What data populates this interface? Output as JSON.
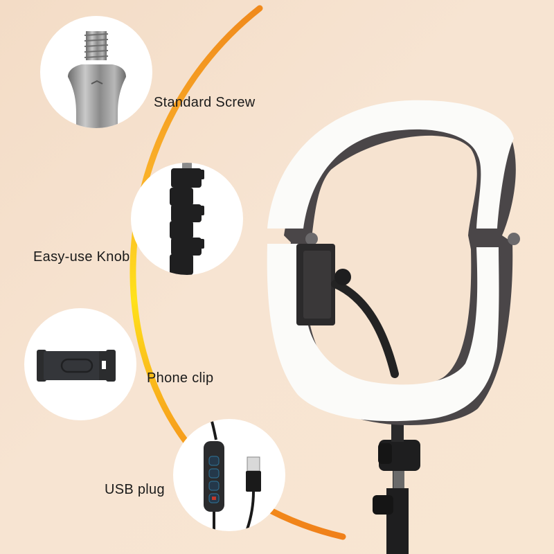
{
  "product": "Ring light with stand",
  "colors": {
    "background": "#f5dfca",
    "arc_top": "#f08a1c",
    "arc_mid": "#ffd21a",
    "arc_bottom": "#f28a1a",
    "bubble": "#ffffff",
    "ring_light": "#fbfbf9",
    "ring_frame": "#4a4648",
    "hardware": "#1e1e1f"
  },
  "features": [
    {
      "label": "Standard Screw",
      "icon": "screw-icon"
    },
    {
      "label": "Easy-use Knob",
      "icon": "knob-icon"
    },
    {
      "label": "Phone clip",
      "icon": "phone-clip-icon"
    },
    {
      "label": "USB plug",
      "icon": "usb-plug-icon"
    }
  ]
}
